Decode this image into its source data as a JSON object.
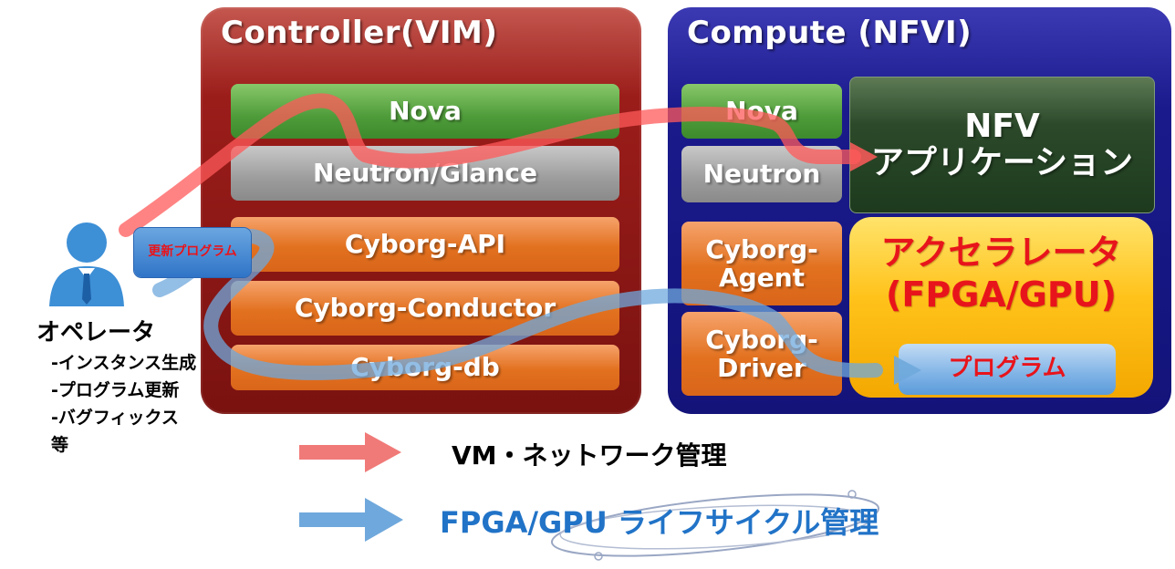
{
  "controller": {
    "title": "Controller(VIM)",
    "boxes": [
      "Nova",
      "Neutron/Glance",
      "Cyborg-API",
      "Cyborg-Conductor",
      "Cyborg-db"
    ]
  },
  "compute": {
    "title": "Compute (NFVI)",
    "nova": "Nova",
    "neutron": "Neutron",
    "agent_line1": "Cyborg-",
    "agent_line2": "Agent",
    "driver_line1": "Cyborg-",
    "driver_line2": "Driver",
    "nfv_line1": "NFV",
    "nfv_line2": "アプリケーション",
    "accel_line1": "アクセラレータ",
    "accel_line2": "(FPGA/GPU)",
    "program": "プログラム"
  },
  "operator": {
    "title": "オペレータ",
    "items": [
      "-インスタンス生成",
      "-プログラム更新",
      "-バグフィックス",
      "等"
    ],
    "update_label": "更新プログラム"
  },
  "legend": [
    {
      "label": "VM・ネットワーク管理",
      "color": "#f07a78"
    },
    {
      "label": "FPGA/GPU ライフサイクル管理",
      "color": "#6fa8dc"
    }
  ],
  "colors": {
    "red_path": "#ff5a5a",
    "blue_path": "#6fa8dc",
    "accent_red": "#e8141b",
    "accent_blue": "#2173c7"
  },
  "icons": {
    "operator": "person-icon"
  }
}
